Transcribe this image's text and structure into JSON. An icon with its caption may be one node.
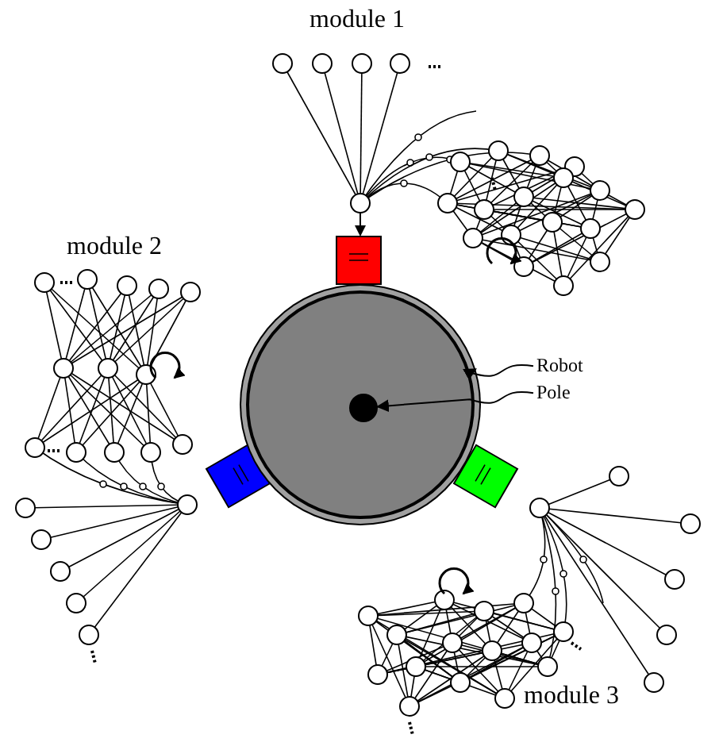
{
  "diagram": {
    "nodes": [
      {
        "text": [],
        "shape": "circle"
      },
      {
        "text": [],
        "shape": "circle",
        "in": 0
      },
      {
        "text": [
          "Robot"
        ]
      },
      {
        "text": [
          "Pole"
        ]
      }
    ],
    "edges": [
      {
        "from": 2,
        "to": 0,
        "arrow": "to"
      },
      {
        "from": 3,
        "to": 1,
        "arrow": "to"
      }
    ],
    "labels": [
      "module 1",
      "module 2",
      "module 3"
    ]
  }
}
